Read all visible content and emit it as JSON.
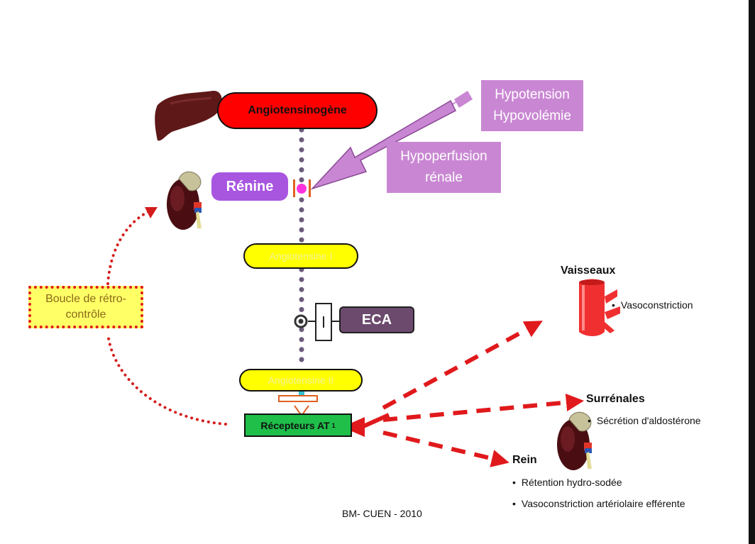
{
  "nodes": {
    "angiotensinogene": "Angiotensinogène",
    "renine": "Rénine",
    "angiotensine1": "Angiotensine I",
    "eca": "ECA",
    "angiotensine2": "Angiotensine II",
    "recepteurs": "Récepteurs AT",
    "recepteurs_sub": "1"
  },
  "stimuli": {
    "hypotension": "Hypotension",
    "hypovolemie": "Hypovolémie",
    "hypoperfusion": "Hypoperfusion",
    "renale": "rénale"
  },
  "feedback": {
    "line1": "Boucle de rétro-",
    "line2": "contrôle"
  },
  "targets": {
    "vaisseaux": {
      "title": "Vaisseaux",
      "items": [
        "Vasoconstriction"
      ]
    },
    "surrenales": {
      "title": "Surrénales",
      "items": [
        "Sécrétion d'aldostérone"
      ]
    },
    "rein": {
      "title": "Rein",
      "items": [
        "Rétention hydro-sodée",
        "Vasoconstriction artériolaire efférente"
      ]
    }
  },
  "footer": "BM- CUEN - 2010",
  "colors": {
    "angiotensinogene": "#ff0000",
    "renine": "#a855e0",
    "angiotensine": "#ffff00",
    "eca": "#6b4a6e",
    "recepteurs": "#1fbf4a",
    "stimulus": "#c987d3",
    "feedback_box": "#ffff66",
    "arrow": "#e0191c",
    "dots": "#6b5b7b"
  },
  "icons": [
    "liver-icon",
    "kidney-icon",
    "blood-vessel-icon",
    "adrenal-kidney-icon",
    "inhibitor-icon"
  ]
}
